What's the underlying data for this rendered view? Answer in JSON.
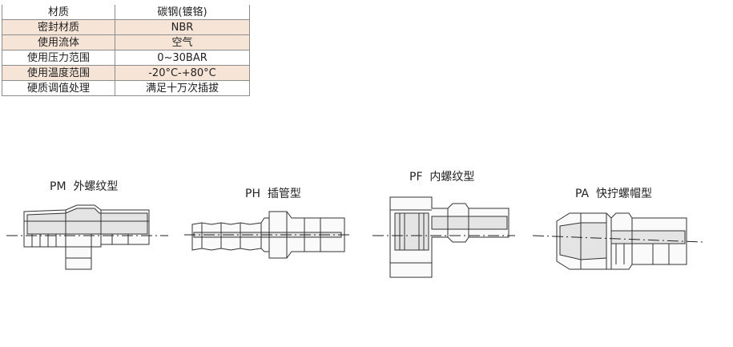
{
  "spec_table": {
    "rows": [
      {
        "label": "材质",
        "value": "碳钢(镀铬)"
      },
      {
        "label": "密封材质",
        "value": "NBR"
      },
      {
        "label": "使用流体",
        "value": "空气"
      },
      {
        "label": "使用压力范围",
        "value": "0~30BAR"
      },
      {
        "label": "使用温度范围",
        "value": "-20°C-+80°C"
      },
      {
        "label": "硬质调值处理",
        "value": "满足十万次插拔"
      }
    ]
  },
  "fittings": [
    {
      "code": "PM",
      "name": "外螺纹型"
    },
    {
      "code": "PH",
      "name": "插管型"
    },
    {
      "code": "PF",
      "name": "内螺纹型"
    },
    {
      "code": "PA",
      "name": "快拧螺帽型"
    }
  ]
}
